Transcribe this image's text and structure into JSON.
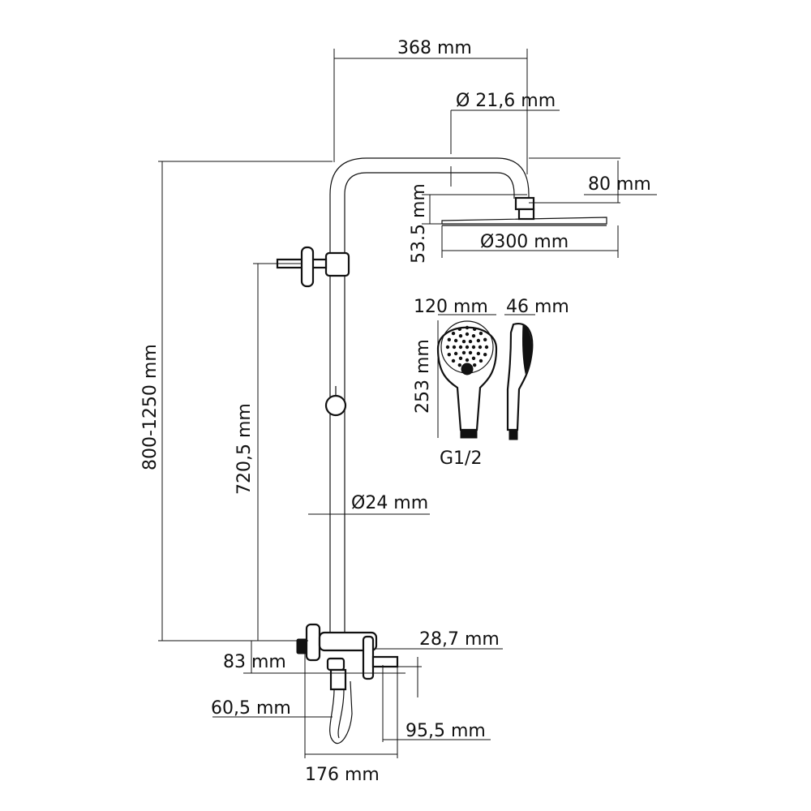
{
  "dimensions": {
    "arm_reach": "368 mm",
    "pipe_diameter_top": "Ø 21,6 mm",
    "head_drop": "80 mm",
    "head_height": "53.5 mm",
    "head_diameter": "Ø300 mm",
    "hand_width": "120 mm",
    "hand_depth": "46 mm",
    "hand_length": "253 mm",
    "hand_thread": "G1/2",
    "total_height": "800-1250 mm",
    "column_height": "720,5 mm",
    "pipe_diameter": "Ø24 mm",
    "mixer_83": "83 mm",
    "mixer_28": "28,7 mm",
    "mixer_60": "60,5 mm",
    "mixer_95": "95,5 mm",
    "mixer_176": "176 mm"
  },
  "colors": {
    "ink": "#111111",
    "background": "#ffffff"
  }
}
